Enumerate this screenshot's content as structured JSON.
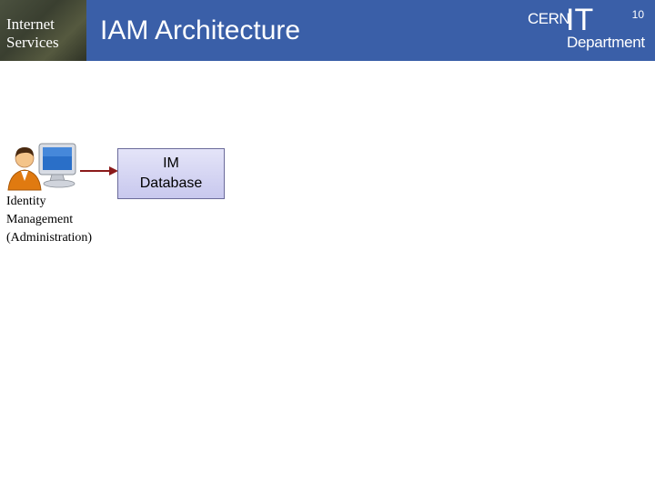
{
  "header": {
    "side_line1": "Internet",
    "side_line2": "Services",
    "title": "IAM Architecture",
    "page_number": "10",
    "logo": {
      "cern": "CERN",
      "it": "IT",
      "department": "Department"
    }
  },
  "diagram": {
    "actor_lines": [
      "Identity",
      "Management",
      "(Administration)"
    ],
    "database_lines": [
      "IM",
      "Database"
    ]
  },
  "colors": {
    "header_bg": "#3a5fa8",
    "arrow": "#8b1a1a",
    "box_fill": "#d6d6f4"
  }
}
